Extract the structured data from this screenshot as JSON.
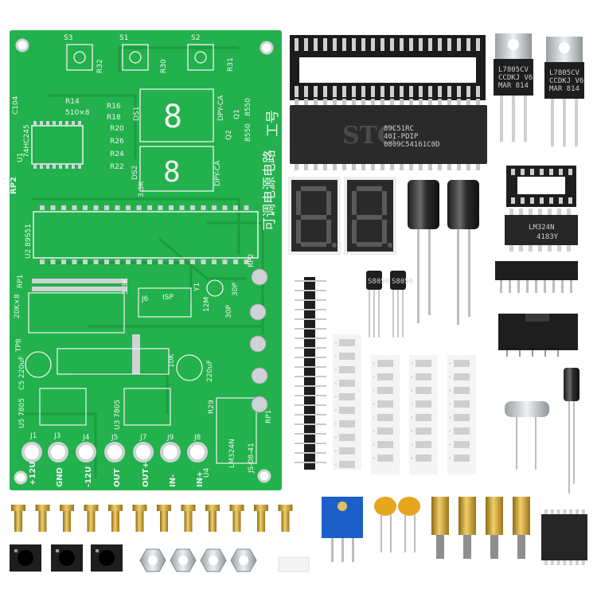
{
  "colors": {
    "pcb_green": "#22b14c",
    "pcb_dark": "#178a38",
    "silkscreen": "#f2f2f2",
    "pad_silver": "#cfd3d6",
    "chip_black": "#1f1f1f",
    "seg_red": "#7a1a1a",
    "brass": "#d4a93a",
    "trimmer_blue": "#1d5fc8",
    "cap_yellow": "#e8a51e",
    "background": "#ffffff"
  },
  "pcb": {
    "title_cn": "可调电源电路",
    "badge_cn": "工号",
    "labels": {
      "j1": "J1",
      "j3": "J3",
      "j4": "J4",
      "j5": "J5",
      "j7": "J7",
      "j9": "J9",
      "j8": "J8",
      "v12": "+12U",
      "gnd": "GND",
      "vneg12": "-12U",
      "out1": "OUT",
      "out2": "OUT+",
      "in_minus": "IN-",
      "in_plus": "IN+",
      "u1": "U1",
      "hc245": "74HC245",
      "u2": "U2 89S51",
      "u3": "U3 7805",
      "u4": "U4",
      "u5": "U5 7805",
      "lm324": "LM324N",
      "isp": "ISP",
      "j6": "J6",
      "rp1": "RP1",
      "rp2": "RP2",
      "rp2b": "RP2",
      "ds1": "DS1",
      "ds2": "DS2",
      "dpy": "DPY-CA",
      "dpy2": "DPY-CA",
      "k": "3.3K",
      "k2": "3.3K",
      "c104": "C104",
      "c5": "C5 220uF",
      "c1": "220uF",
      "cap30": "30P",
      "cap30b": "30P",
      "y1": "Y1",
      "r12m": "12M",
      "tp8": "TP8",
      "twenty_k": "20K×8",
      "s1": "S1",
      "s2": "S2",
      "s3": "S3",
      "r30": "R30",
      "r31": "R31",
      "r32": "R32",
      "q1": "Q1",
      "q2": "Q2",
      "ic8550": "8550",
      "ic8550b": "8550",
      "r10k": "10K",
      "r29": "R29",
      "r16": "R16",
      "r18": "R18",
      "r20": "R20",
      "r26": "R26",
      "r24": "R24",
      "r22": "R22",
      "r14": "R14",
      "r510": "510×8",
      "date": "JS-08-41"
    }
  },
  "parts": {
    "mcu_marking_logo": "STC",
    "mcu_marking_1": "89C51RC",
    "mcu_marking_2": "40I-PDIP",
    "mcu_marking_3": "0809C54161C0D",
    "reg1_marking_1": "L7805CV",
    "reg1_marking_2": "CCDKJ V6",
    "reg1_marking_3": "MAR 814",
    "reg2_marking_1": "L7805CV",
    "reg2_marking_2": "CCDKJ V6",
    "reg2_marking_3": "MAR 814",
    "opamp_marking_1": "LM324N",
    "opamp_marking_2": "4183Y",
    "transistor_marking_1": "S8050",
    "transistor_marking_2": "S8050"
  }
}
